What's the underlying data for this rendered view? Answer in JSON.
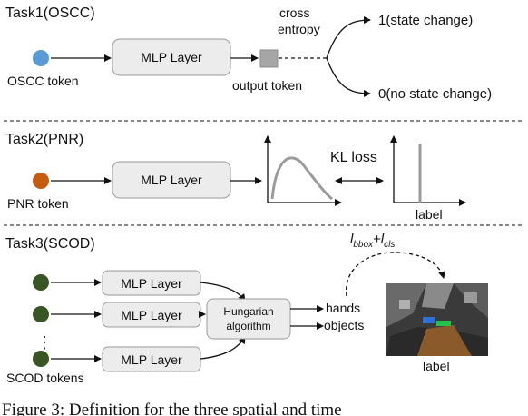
{
  "task1": {
    "title": "Task1(OSCC)",
    "token_label": "OSCC token",
    "mlp_label": "MLP Layer",
    "output_label": "output token",
    "loss_line1": "cross",
    "loss_line2": "entropy",
    "outcome_yes": "1(state change)",
    "outcome_no": "0(no state change)"
  },
  "task2": {
    "title": "Task2(PNR)",
    "token_label": "PNR token",
    "mlp_label": "MLP Layer",
    "loss_label": "KL loss",
    "label_text": "label"
  },
  "task3": {
    "title": "Task3(SCOD)",
    "tokens_label": "SCOD tokens",
    "mlp_labels": [
      "MLP Layer",
      "MLP Layer",
      "MLP Layer"
    ],
    "hungarian_line1": "Hungarian",
    "hungarian_line2": "algorithm",
    "out_hands": "hands",
    "out_objects": "objects",
    "loss_main1": "l",
    "loss_sub1": "bbox",
    "loss_plus": "+",
    "loss_main2": "l",
    "loss_sub2": "cls",
    "label_text": "label",
    "ellipsis": "⋮"
  },
  "caption": "Figure 3: Definition for the three spatial and time",
  "colors": {
    "oscc_token": "#5b9bd5",
    "pnr_token": "#c55a11",
    "scod_token": "#375623",
    "box_fill": "#ececec",
    "box_stroke": "#9a9a9a",
    "curve": "#9a9a9a"
  }
}
